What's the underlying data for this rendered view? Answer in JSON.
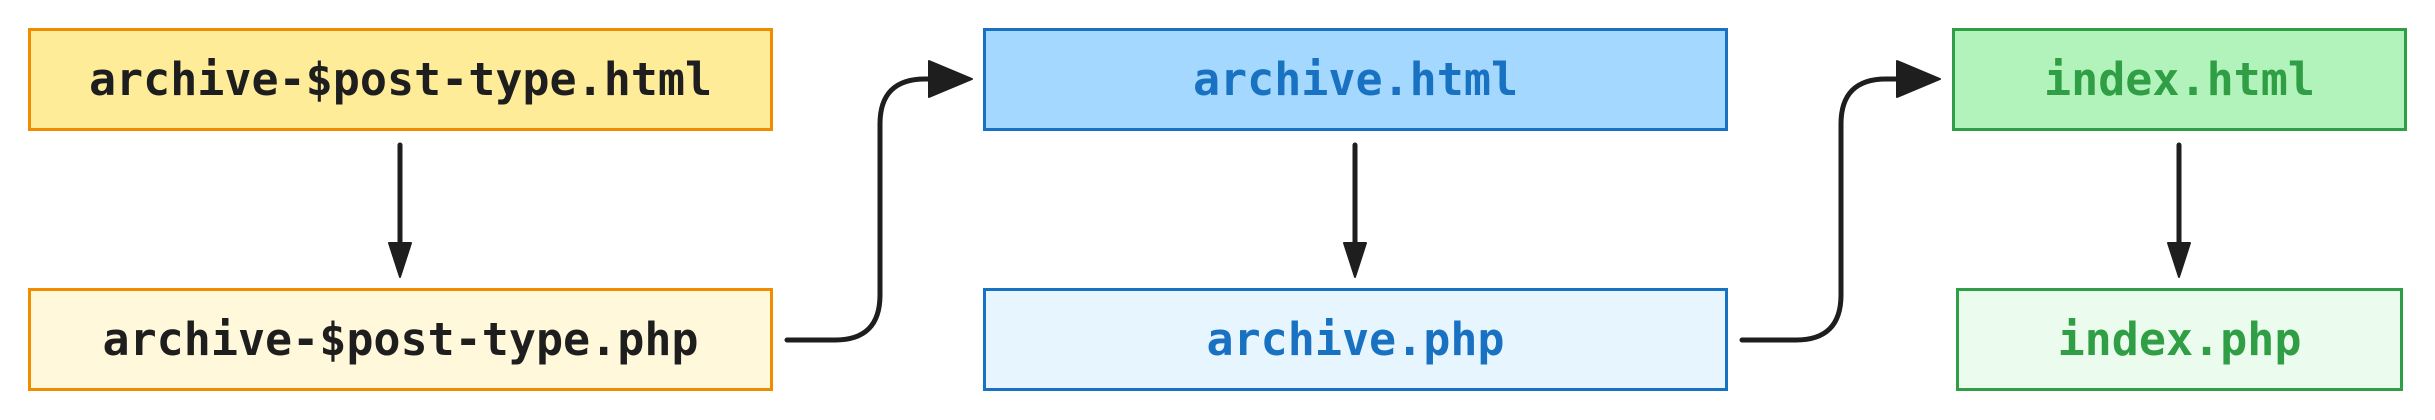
{
  "diagram": {
    "type": "template-hierarchy-flow",
    "columns": [
      {
        "id": "post-type",
        "color": {
          "border": "#f08c00",
          "fill_top": "#ffec99",
          "fill_bottom": "#fff8db",
          "text": "#1e1e1e"
        },
        "top": {
          "label": "archive-$post-type.html"
        },
        "bottom": {
          "label": "archive-$post-type.php"
        }
      },
      {
        "id": "archive",
        "color": {
          "border": "#1971c2",
          "fill_top": "#a5d8ff",
          "fill_bottom": "#e7f5ff",
          "text": "#1971c2"
        },
        "top": {
          "label": "archive.html"
        },
        "bottom": {
          "label": "archive.php"
        }
      },
      {
        "id": "index",
        "color": {
          "border": "#2f9e44",
          "fill_top": "#b2f2bb",
          "fill_bottom": "#ebfbee",
          "text": "#2f9e44"
        },
        "top": {
          "label": "index.html"
        },
        "bottom": {
          "label": "index.php"
        }
      }
    ],
    "edges": [
      {
        "from": "archive-$post-type.html",
        "to": "archive-$post-type.php",
        "style": "arrow-down"
      },
      {
        "from": "archive-$post-type.php",
        "to": "archive.html",
        "style": "curved-arrow-right"
      },
      {
        "from": "archive.html",
        "to": "archive.php",
        "style": "arrow-down"
      },
      {
        "from": "archive.php",
        "to": "index.html",
        "style": "curved-arrow-right"
      },
      {
        "from": "index.html",
        "to": "index.php",
        "style": "arrow-down"
      }
    ],
    "edge_color": "#1e1e1e"
  }
}
